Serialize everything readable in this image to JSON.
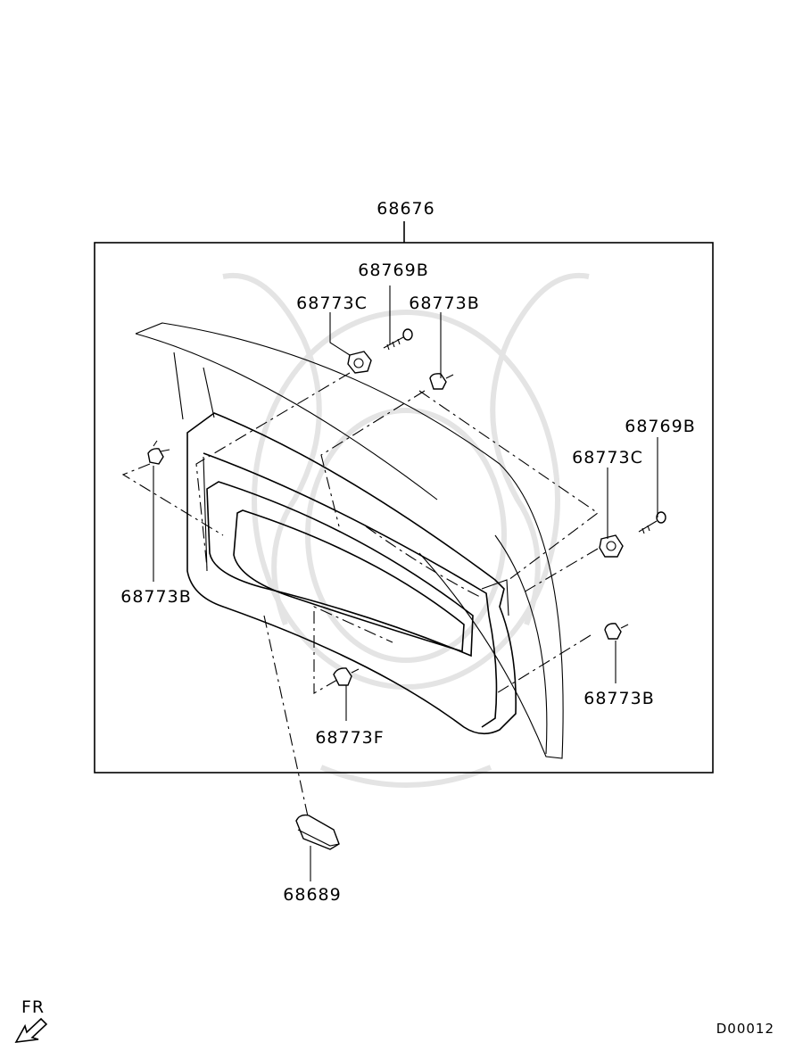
{
  "callouts": {
    "assembly": "68676",
    "screw_top": "68769B",
    "clip_top_c": "68773C",
    "clip_top_b": "68773B",
    "screw_right": "68769B",
    "clip_right_c": "68773C",
    "clip_left_b": "68773B",
    "clip_right_b": "68773B",
    "clip_bottom_f": "68773F",
    "pad": "68689"
  },
  "direction_marker": "FR",
  "diagram_code": "D00012",
  "colors": {
    "line": "#000000",
    "background": "#ffffff",
    "watermark": "#e4e4e4"
  }
}
